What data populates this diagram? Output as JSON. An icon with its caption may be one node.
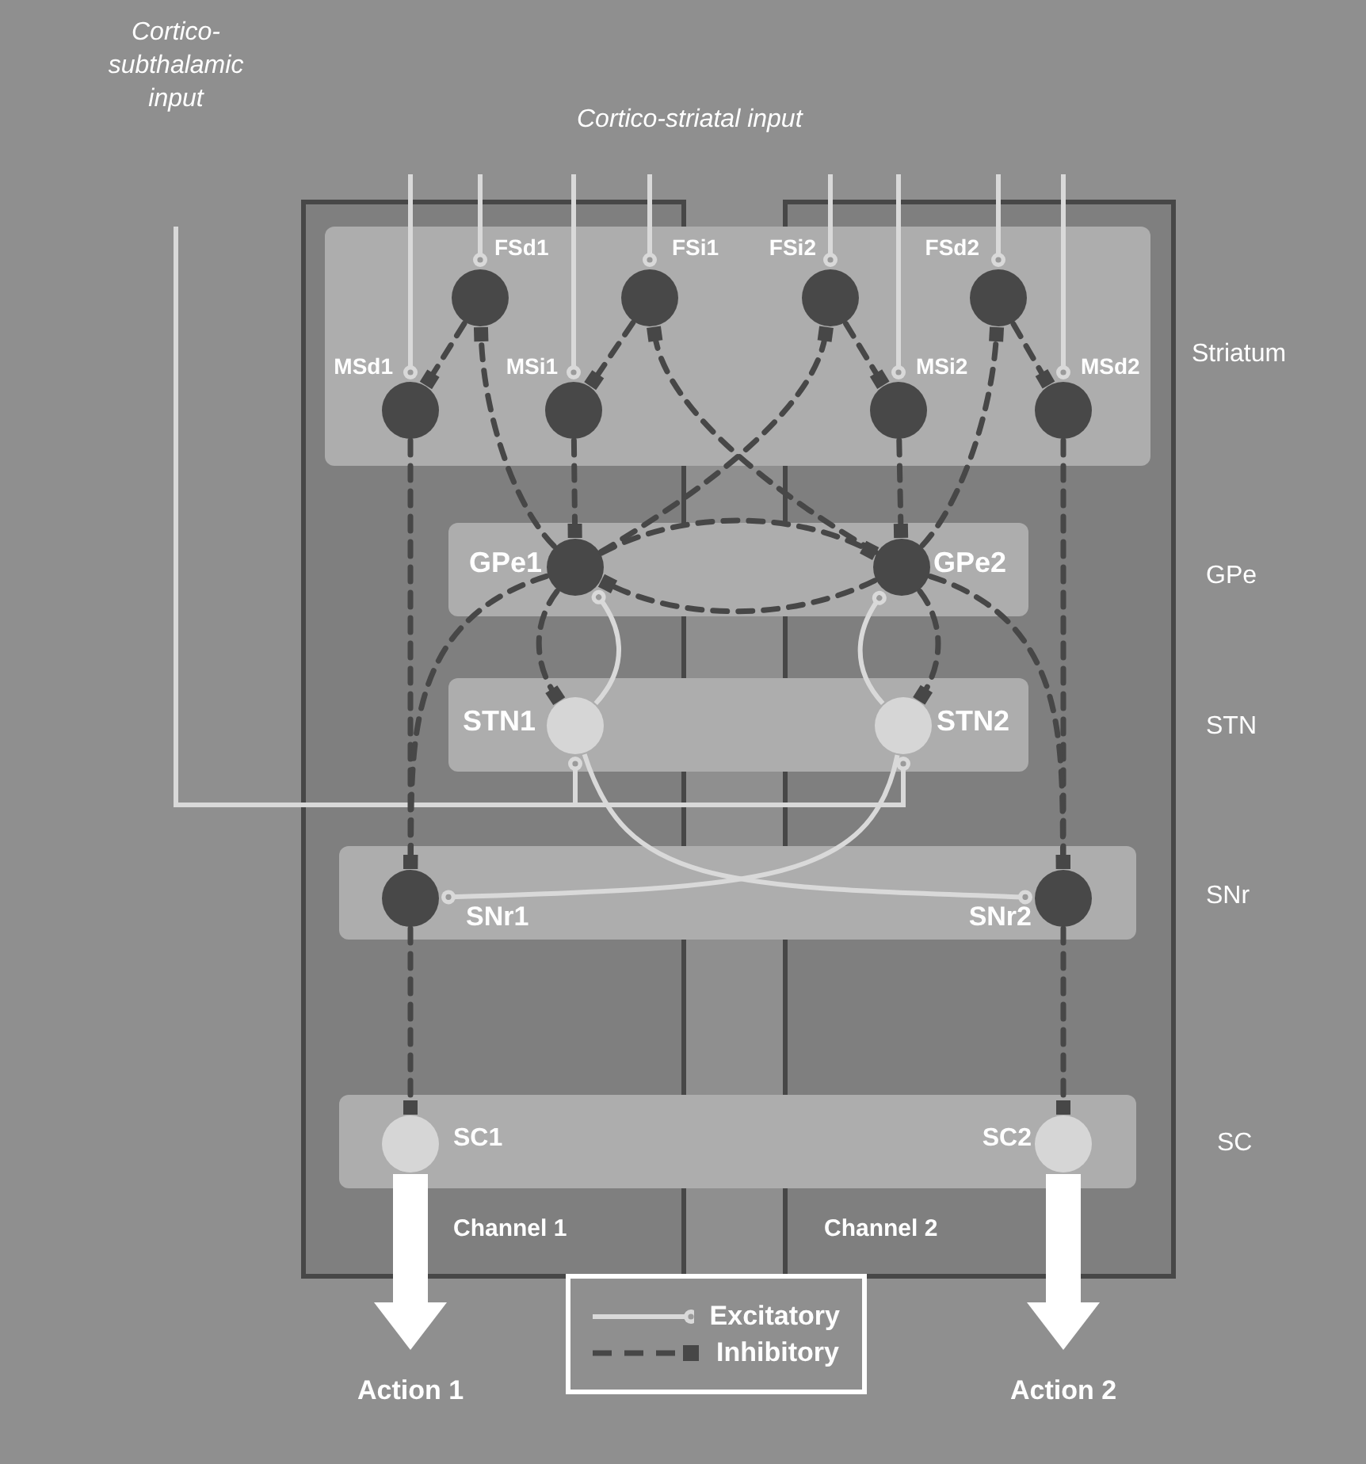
{
  "diagram": {
    "nodes": [
      {
        "text": [
          "Cortico-subthalamic input"
        ]
      },
      {
        "text": [],
        "shape": "box"
      },
      {
        "text": [
          "FSd1"
        ],
        "in": 1
      },
      {
        "text": [
          "FSi1"
        ],
        "in": 1
      },
      {
        "text": [
          "FSi2"
        ],
        "in": 1
      },
      {
        "text": [
          "FSd2"
        ],
        "in": 1
      },
      {
        "text": [
          "MSd1"
        ],
        "in": 1
      },
      {
        "text": [
          "MSi1"
        ],
        "in": 1
      },
      {
        "text": [
          "MSi2"
        ],
        "in": 1
      },
      {
        "text": [
          "MSd2"
        ],
        "in": 1
      },
      {
        "text": [],
        "shape": "box"
      },
      {
        "text": [
          "GPe1"
        ],
        "in": 10
      },
      {
        "text": [
          "GPe2"
        ],
        "in": 10
      },
      {
        "text": [],
        "shape": "box"
      },
      {
        "text": [
          "STN1"
        ],
        "in": 13
      },
      {
        "text": [
          "STN2"
        ],
        "in": 13
      },
      {
        "text": [],
        "shape": "box"
      },
      {
        "text": [
          "SNr1"
        ],
        "in": 16
      },
      {
        "text": [
          "SNr2"
        ],
        "in": 16
      },
      {
        "text": [],
        "shape": "box"
      },
      {
        "text": [
          "SC1"
        ],
        "in": 19
      },
      {
        "text": [
          "SC2"
        ],
        "in": 19
      },
      {
        "text": [
          "Action 1"
        ]
      },
      {
        "text": [
          "Action 2"
        ]
      }
    ],
    "edges": [
      {
        "from": null,
        "to": 6,
        "arrow": "other",
        "color": "#d9d9d9"
      },
      {
        "from": null,
        "to": 2,
        "arrow": "other",
        "color": "#d9d9d9"
      },
      {
        "from": null,
        "to": 7,
        "arrow": "other",
        "color": "#d9d9d9"
      },
      {
        "from": null,
        "to": 3,
        "arrow": "other",
        "color": "#d9d9d9"
      },
      {
        "from": null,
        "to": 4,
        "arrow": "other",
        "color": "#d9d9d9"
      },
      {
        "from": null,
        "to": 8,
        "arrow": "other",
        "color": "#d9d9d9"
      },
      {
        "from": null,
        "to": 5,
        "arrow": "other",
        "color": "#d9d9d9"
      },
      {
        "from": null,
        "to": 9,
        "arrow": "other",
        "color": "#d9d9d9"
      },
      {
        "from": 0,
        "to": 14,
        "arrow": "other",
        "color": "#d9d9d9"
      },
      {
        "from": 0,
        "to": 15,
        "arrow": "other",
        "color": "#d9d9d9"
      },
      {
        "from": 2,
        "to": 6,
        "arrow": "other",
        "style": "dashed"
      },
      {
        "from": 3,
        "to": 7,
        "arrow": "other",
        "style": "dashed"
      },
      {
        "from": 4,
        "to": 8,
        "arrow": "other",
        "style": "dashed"
      },
      {
        "from": 5,
        "to": 9,
        "arrow": "other",
        "style": "dashed"
      },
      {
        "from": 11,
        "to": 2,
        "arrow": "other",
        "style": "dashed"
      },
      {
        "from": 12,
        "to": 3,
        "arrow": "other",
        "style": "dashed"
      },
      {
        "from": 11,
        "to": 4,
        "arrow": "other",
        "style": "dashed"
      },
      {
        "from": 12,
        "to": 5,
        "arrow": "other",
        "style": "dashed"
      },
      {
        "from": 7,
        "to": 11,
        "arrow": "other",
        "style": "dashed"
      },
      {
        "from": 8,
        "to": 12,
        "arrow": "other",
        "style": "dashed"
      },
      {
        "from": 6,
        "to": 17,
        "arrow": "other",
        "style": "dashed"
      },
      {
        "from": 9,
        "to": 18,
        "arrow": "other",
        "style": "dashed"
      },
      {
        "from": 11,
        "to": 12,
        "arrow": "other",
        "style": "dashed"
      },
      {
        "from": 12,
        "to": 11,
        "arrow": "other",
        "style": "dashed"
      },
      {
        "from": 11,
        "to": 14,
        "arrow": "other",
        "style": "dashed"
      },
      {
        "from": 12,
        "to": 15,
        "arrow": "other",
        "style": "dashed"
      },
      {
        "from": 11,
        "to": 17,
        "arrow": "other",
        "style": "dashed"
      },
      {
        "from": 12,
        "to": 18,
        "arrow": "other",
        "style": "dashed"
      },
      {
        "from": 17,
        "to": 20,
        "arrow": "other",
        "style": "dashed"
      },
      {
        "from": 18,
        "to": 21,
        "arrow": "other",
        "style": "dashed"
      },
      {
        "from": 14,
        "to": 11,
        "arrow": "other",
        "color": "#d9d9d9"
      },
      {
        "from": 15,
        "to": 12,
        "arrow": "other",
        "color": "#d9d9d9"
      },
      {
        "from": 14,
        "to": 18,
        "arrow": "other",
        "color": "#d9d9d9"
      },
      {
        "from": 15,
        "to": 17,
        "arrow": "other",
        "color": "#d9d9d9"
      },
      {
        "from": 20,
        "to": 22,
        "arrow": "to",
        "style": "thick",
        "color": "#ffffff"
      },
      {
        "from": 21,
        "to": 23,
        "arrow": "to",
        "style": "thick",
        "color": "#ffffff"
      }
    ],
    "labels": [
      "Cortico-striatal input",
      "Striatum",
      "GPe",
      "STN",
      "SNr",
      "SC",
      "Channel 1",
      "Channel 2"
    ],
    "legend": [
      {
        "text": "Excitatory"
      },
      {
        "text": "Inhibitory"
      }
    ]
  }
}
